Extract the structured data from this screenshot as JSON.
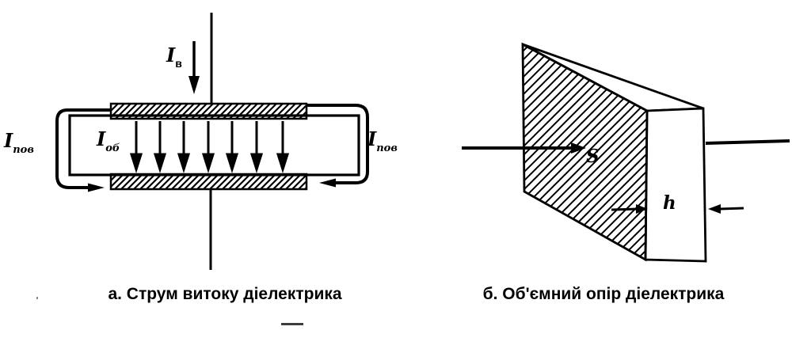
{
  "figure_a": {
    "caption": "а. Струм витоку діелектрика",
    "labels": {
      "input_current": {
        "base": "I",
        "sub": "в"
      },
      "volume_current": {
        "base": "I",
        "sub": "об"
      },
      "surface_current_left": {
        "base": "I",
        "sub": "пов"
      },
      "surface_current_right": {
        "base": "I",
        "sub": "пов"
      }
    }
  },
  "figure_b": {
    "caption": "б. Об'ємний опір діелектрика",
    "labels": {
      "area": "S",
      "thickness": "h"
    }
  },
  "colors": {
    "ink": "#000000",
    "background": "#ffffff"
  }
}
